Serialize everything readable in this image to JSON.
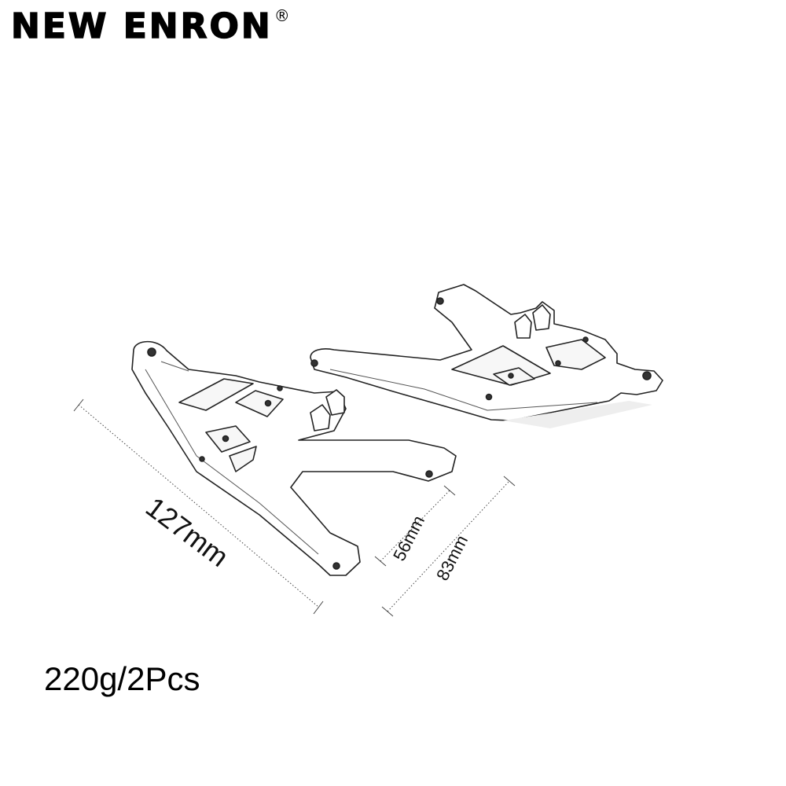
{
  "brand": {
    "name": "NEW ENRON",
    "mark": "®"
  },
  "dimensions": {
    "length": "127mm",
    "inner_width": "56mm",
    "outer_width": "83mm"
  },
  "weight": "220g/2Pcs"
}
